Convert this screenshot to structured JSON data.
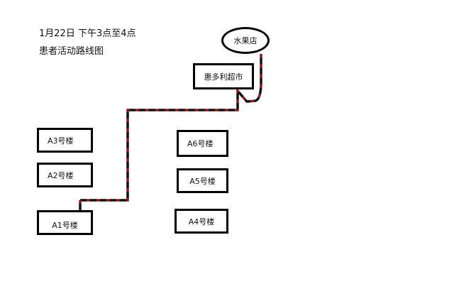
{
  "title": {
    "line1": "1月22日 下午3点至4点",
    "line2": "患者活动路线图"
  },
  "buildings": {
    "a1": "A1号楼",
    "a2": "A2号楼",
    "a3": "A3号楼",
    "a4": "A4号楼",
    "a5": "A5号楼",
    "a6": "A6号楼"
  },
  "places": {
    "supermarket": "惠多利超市",
    "fruit_shop": "水果店"
  },
  "colors": {
    "route_dark": "#111111",
    "route_red": "#8b1a1a"
  }
}
